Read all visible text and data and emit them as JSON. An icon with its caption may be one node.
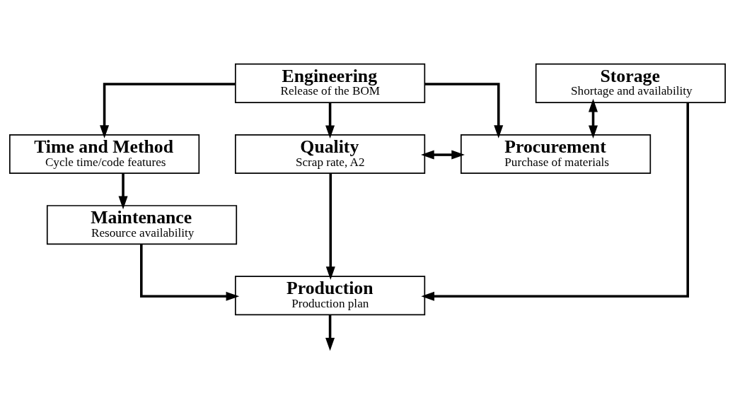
{
  "diagram": {
    "nodes": [
      {
        "text": [
          "Engineering",
          "Release of the BOM"
        ]
      },
      {
        "text": [
          "Quality",
          "Scrap rate, A2"
        ]
      },
      {
        "text": [
          "Procurement",
          "Purchase of materials"
        ]
      },
      {
        "text": [
          "Time and Method",
          "Cycle time/code features"
        ]
      },
      {
        "text": [
          "Storage",
          "Shortage and availability"
        ]
      },
      {
        "text": [
          "Maintenance",
          "Resource availability"
        ]
      },
      {
        "text": [
          "Production",
          "Production plan"
        ]
      }
    ],
    "edges": [
      {
        "from": 0,
        "to": 1,
        "arrow": "to"
      },
      {
        "from": 0,
        "to": 2,
        "arrow": "to"
      },
      {
        "from": 0,
        "to": 3,
        "arrow": "to"
      },
      {
        "from": 1,
        "to": 2,
        "arrow": "both"
      },
      {
        "from": 2,
        "to": 4,
        "arrow": "both"
      },
      {
        "from": 3,
        "to": 5,
        "arrow": "to"
      },
      {
        "from": 1,
        "to": 6,
        "arrow": "to"
      },
      {
        "from": 4,
        "to": 6,
        "arrow": "to"
      },
      {
        "from": 5,
        "to": 6,
        "arrow": "to"
      },
      {
        "from": 6,
        "to": null,
        "arrow": "to"
      }
    ]
  }
}
